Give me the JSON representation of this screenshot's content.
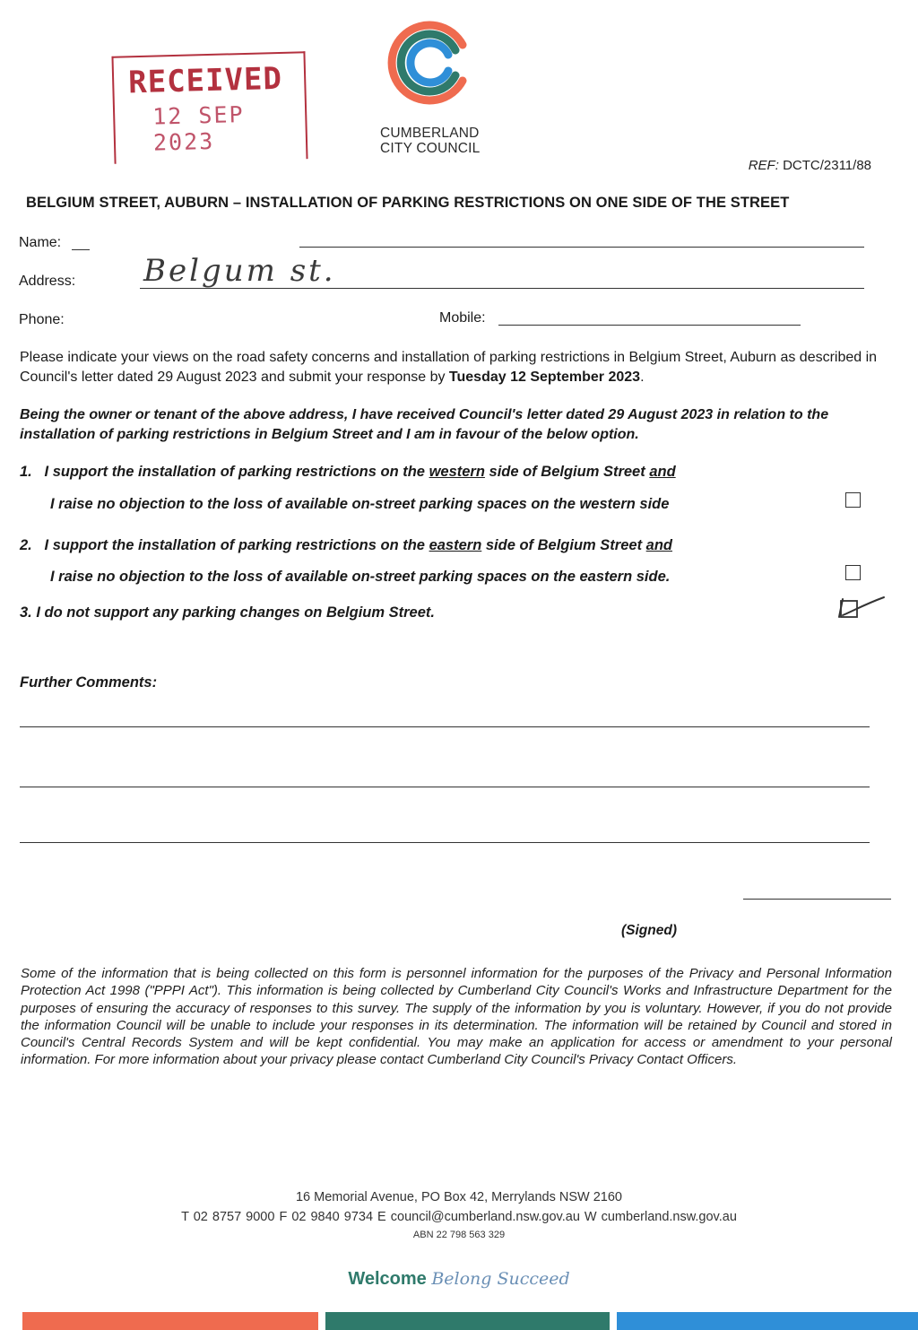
{
  "stamp": {
    "title": "RECEIVED",
    "date": "12 SEP 2023"
  },
  "logo": {
    "line1": "CUMBERLAND",
    "line2": "CITY COUNCIL"
  },
  "ref": {
    "label": "REF:",
    "value": "DCTC/2311/88"
  },
  "heading": "BELGIUM STREET, AUBURN – INSTALLATION OF PARKING RESTRICTIONS ON ONE SIDE OF THE STREET",
  "form": {
    "name_label": "Name:",
    "address_label": "Address:",
    "address_value": "Belgum st.",
    "phone_label": "Phone:",
    "mobile_label": "Mobile:"
  },
  "intro": {
    "text": "Please indicate your views on the road safety concerns and installation of parking restrictions in Belgium Street, Auburn as described in Council's letter dated 29 August 2023 and submit your response by ",
    "deadline": "Tuesday 12 September 2023",
    "end": "."
  },
  "declaration": "Being the owner or tenant of the above address, I have received Council's letter dated 29 August 2023 in relation to the installation of parking restrictions in Belgium Street and I am in favour of the below option.",
  "options": [
    {
      "number": "1.",
      "line1_a": "I support the installation of parking restrictions on the ",
      "line1_u": "western",
      "line1_b": " side of Belgium Street ",
      "line1_and": "and",
      "line2": "I raise no objection to the loss of available on-street parking spaces on the western side",
      "checked": false
    },
    {
      "number": "2.",
      "line1_a": "I support the installation of parking restrictions on the ",
      "line1_u": "eastern",
      "line1_b": " side of Belgium Street ",
      "line1_and": "and",
      "line2": "I raise no objection to the loss of available on-street parking spaces on the eastern side.",
      "checked": false
    },
    {
      "text": "3. I do not support any parking changes on Belgium Street.",
      "checked": true
    }
  ],
  "further_label": "Further Comments:",
  "signed_label": "(Signed)",
  "privacy": "Some of the information that is being collected on this form is personnel information for the purposes of the Privacy and Personal Information Protection Act 1998 (\"PPPI Act\"). This information is being collected by Cumberland City Council's Works and Infrastructure Department for the purposes of ensuring the accuracy of responses to this survey. The supply of the information by you is voluntary. However, if you do not provide the information Council will be unable to include your responses in its determination. The information will be retained by Council and stored in Council's Central Records System and will be kept confidential. You may make an application for access or amendment to your personal information. For more information about your privacy please contact Cumberland City Council's Privacy Contact Officers.",
  "footer": {
    "address": "16 Memorial Avenue, PO Box 42, Merrylands NSW 2160",
    "contacts": "T 02 8757 9000   F 02 9840 9734   E council@cumberland.nsw.gov.au   W cumberland.nsw.gov.au",
    "abn": "ABN 22 798 563 329"
  },
  "tagline": {
    "welcome": "Welcome",
    "rest": "Belong Succeed"
  },
  "colors": {
    "stamp": "#b3313f",
    "bar_orange": "#ef6b4f",
    "bar_green": "#2f7a6b",
    "bar_blue": "#2f8fd8"
  }
}
